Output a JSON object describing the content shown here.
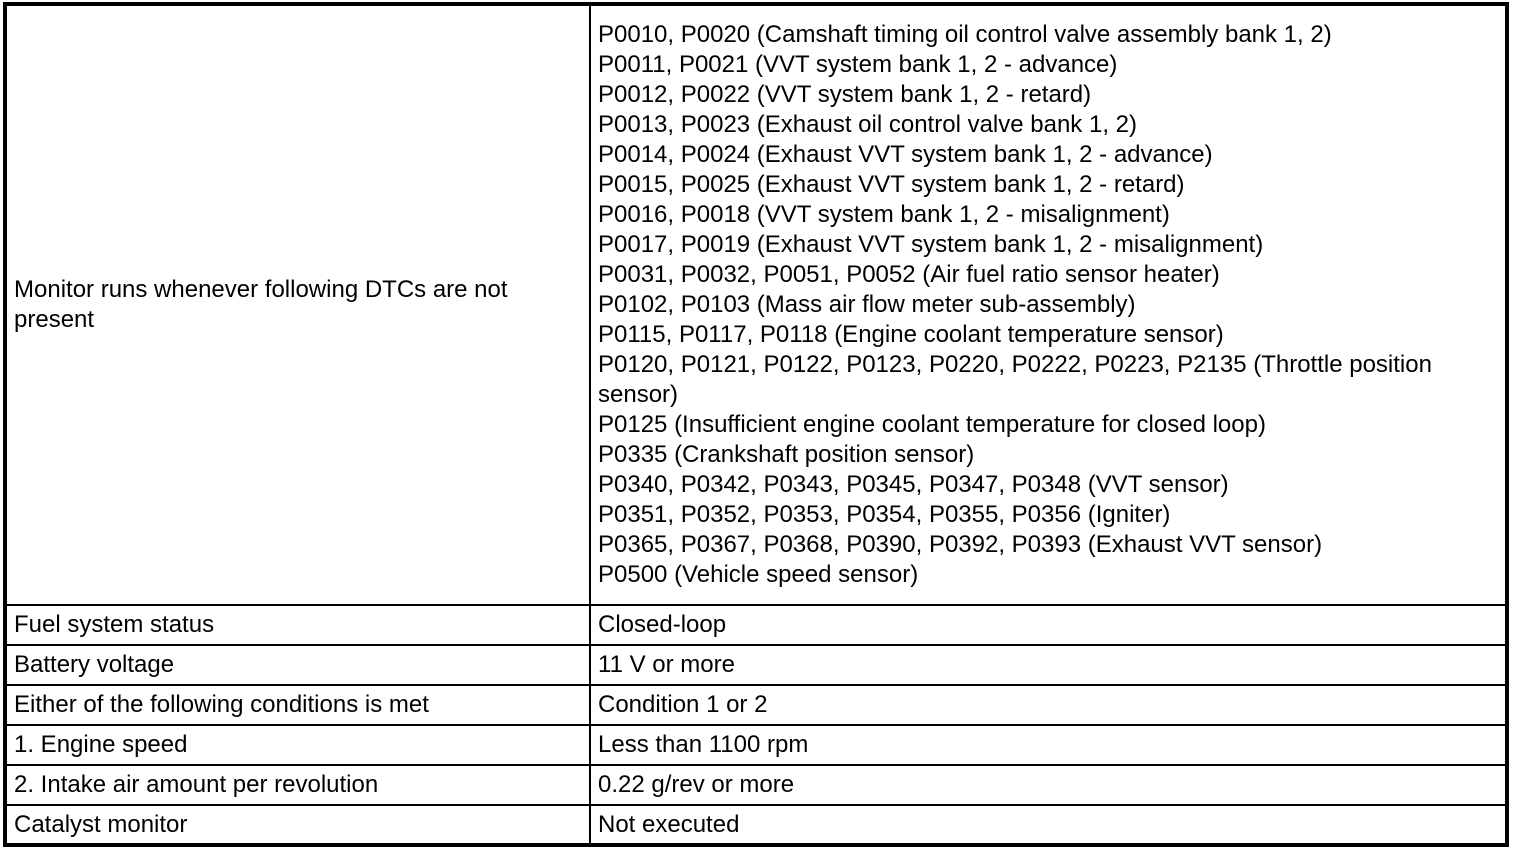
{
  "colors": {
    "background": "#ffffff",
    "border": "#000000",
    "text": "#000000"
  },
  "table": {
    "rows": [
      {
        "label": "Monitor runs whenever following DTCs are not present",
        "dtc_lines": [
          "P0010, P0020 (Camshaft timing oil control valve assembly bank 1, 2)",
          "P0011, P0021 (VVT system bank 1, 2 - advance)",
          "P0012, P0022 (VVT system bank 1, 2 - retard)",
          "P0013, P0023 (Exhaust oil control valve bank 1, 2)",
          "P0014, P0024 (Exhaust VVT system bank 1, 2 - advance)",
          "P0015, P0025 (Exhaust VVT system bank 1, 2 - retard)",
          "P0016, P0018 (VVT system bank 1, 2 - misalignment)",
          "P0017, P0019 (Exhaust VVT system bank 1, 2 - misalignment)",
          "P0031, P0032, P0051, P0052 (Air fuel ratio sensor heater)",
          "P0102, P0103 (Mass air flow meter sub-assembly)",
          "P0115, P0117, P0118 (Engine coolant temperature sensor)",
          "P0120, P0121, P0122, P0123, P0220, P0222, P0223, P2135 (Throttle position sensor)",
          "P0125 (Insufficient engine coolant temperature for closed loop)",
          "P0335 (Crankshaft position sensor)",
          "P0340, P0342, P0343, P0345, P0347, P0348 (VVT sensor)",
          "P0351, P0352, P0353, P0354, P0355, P0356 (Igniter)",
          "P0365, P0367, P0368, P0390, P0392, P0393 (Exhaust VVT sensor)",
          "P0500 (Vehicle speed sensor)"
        ]
      },
      {
        "label": "Fuel system status",
        "value": "Closed-loop"
      },
      {
        "label": "Battery voltage",
        "value": "11 V or more"
      },
      {
        "label": "Either of the following conditions is met",
        "value": "Condition 1 or 2"
      },
      {
        "label": "1. Engine speed",
        "value": "Less than 1100 rpm"
      },
      {
        "label": "2. Intake air amount per revolution",
        "value": "0.22 g/rev or more"
      },
      {
        "label": "Catalyst monitor",
        "value": "Not executed"
      }
    ]
  }
}
